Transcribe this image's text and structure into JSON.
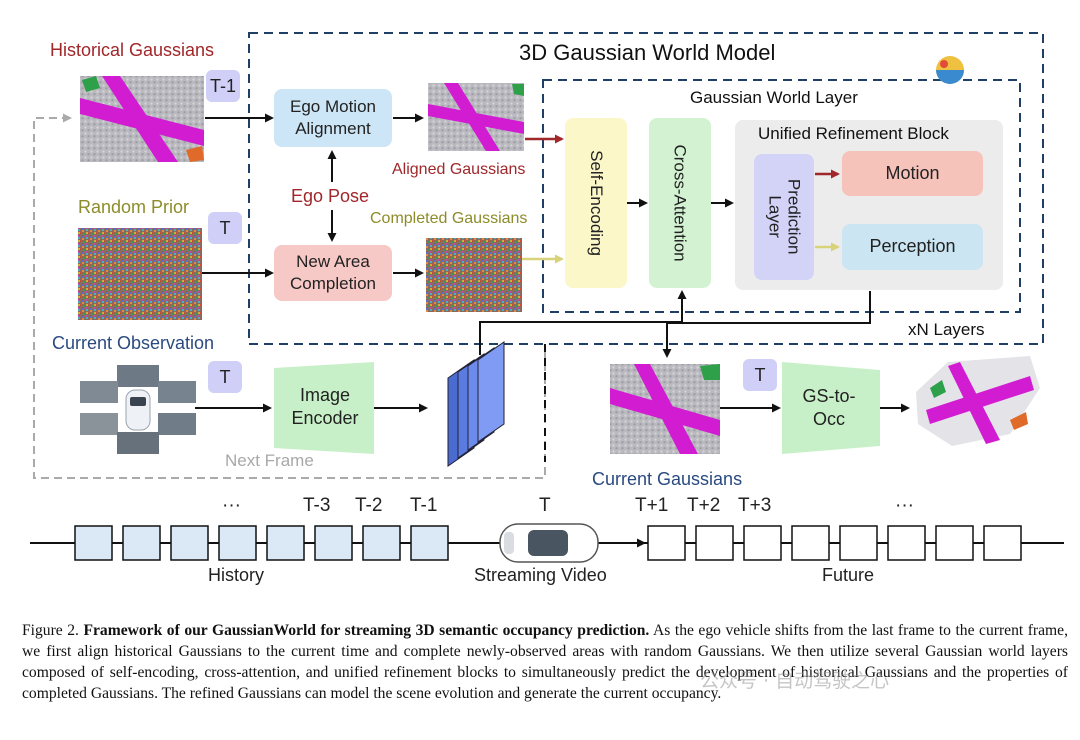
{
  "diagram": {
    "world_model_title": "3D Gaussian World Model",
    "world_layer_title": "Gaussian World Layer",
    "refinement_title": "Unified Refinement Block",
    "xn_layers": "xN Layers",
    "labels": {
      "historical_gaussians": "Historical Gaussians",
      "random_prior": "Random Prior",
      "current_observation": "Current Observation",
      "aligned_gaussians": "Aligned Gaussians",
      "completed_gaussians": "Completed Gaussians",
      "ego_pose": "Ego Pose",
      "next_frame": "Next Frame",
      "current_gaussians": "Current Gaussians"
    },
    "badges": {
      "t_minus_1": "T-1",
      "t_random": "T",
      "t_obs": "T",
      "t_current": "T"
    },
    "blocks": {
      "ego_motion": "Ego Motion Alignment",
      "new_area": "New Area Completion",
      "self_encoding": "Self-Encoding",
      "cross_attention": "Cross-Attention",
      "prediction_layer": "Prediction Layer",
      "motion": "Motion",
      "perception": "Perception",
      "image_encoder": "Image Encoder",
      "gs_to_occ": "GS-to-Occ"
    },
    "timeline": {
      "history_ticks": [
        "···",
        "T-3",
        "T-2",
        "T-1"
      ],
      "current_tick": "T",
      "future_ticks": [
        "T+1",
        "T+2",
        "T+3",
        "···"
      ],
      "history_label": "History",
      "streaming_label": "Streaming Video",
      "future_label": "Future"
    }
  },
  "caption": {
    "prefix": "Figure 2.",
    "bold": "Framework of our GaussianWorld for streaming 3D semantic occupancy prediction.",
    "body": "As the ego vehicle shifts from the last frame to the current frame, we first align historical Gaussians to the current time and complete newly-observed areas with random Gaussians. We then utilize several Gaussian world layers composed of self-encoding, cross-attention, and unified refinement blocks to simultaneously predict the development of historical Gaussians and the properties of completed Gaussians. The refined Gaussians can model the scene evolution and generate the current occupancy."
  },
  "watermark": "公众号 · 自动驾驶之心",
  "colors": {
    "dashed_border": "#1f3f66",
    "ego_motion": "#cde6f7",
    "new_area": "#f7c9c6",
    "self_encoding": "#fbf7c8",
    "cross_attention": "#d3f2d2",
    "prediction_layer": "#d3d3f8",
    "motion": "#f6c3bb",
    "perception": "#cbe6f2",
    "refinement_bg": "#ececec",
    "encoder": "#c8f0c8",
    "badge": "#cfcff7",
    "dark_red": "#a0272a",
    "olive": "#8c8c2a",
    "blue_label": "#2a4a80"
  }
}
